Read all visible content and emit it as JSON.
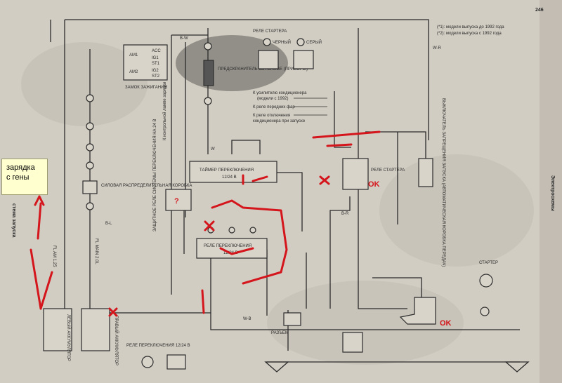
{
  "page": {
    "number": "246",
    "section": "Электросхемы",
    "left_margin": "стема запуска"
  },
  "legend": [
    "(*1): модели выпуска до 1992 года",
    "(*2): модели выпуска с 1992 года"
  ],
  "note": {
    "line1": "зарядка",
    "line2": "с гены"
  },
  "annotations": {
    "ok_relay": "OK",
    "ok_starter": "OK",
    "question": "?"
  },
  "labels": {
    "ignition_switch": "ЗАМОК ЗАЖИГАНИЯ",
    "fuse_gauge": "ПРЕДОХРАНИТЕЛЬ 15A GAUGE (ПРИБОРЫ)",
    "starter_relay_top": "РЕЛЕ СТАРТЕРА",
    "black": "ЧЕРНЫЙ",
    "grey": "СЕРЫЙ",
    "ac_amp": "К усилителю кондиционера",
    "ac_amp_sub": "(модели с 1992)",
    "headlamp": "К реле передних фар",
    "ac_cut": "К реле отключения",
    "ac_cut_sub": "кондиционера при запуске",
    "junction_box": "СИЛОВАЯ РАСПРЕДЕЛИТЕЛЬНАЯ КОРОБКА",
    "timer": "ТАЙМЕР ПЕРЕКЛЮЧЕНИЯ",
    "timer_v": "12/24 В",
    "relay": "РЕЛЕ ПЕРЕКЛЮЧЕНИЯ",
    "relay_v": "12/24 В",
    "starter_relay": "РЕЛЕ СТАРТЕРА",
    "starter": "СТАРТЕР",
    "connector": "РАЗЪЕМ",
    "battery_left": "ЛЕВЫЙ АККУМУЛЯТОР",
    "battery_right": "ПРАВЫЙ АККУМУЛЯТОР",
    "relay_bottom": "РЕЛЕ ПЕРЕКЛЮЧЕНИЯ 12/24 В",
    "charge_lamp": "К контрольной лампе зарядки",
    "protect_relay": "ЗАЩИТНОЕ РЕЛЕ СИСТЕМЫ ПЕРЕКЛЮЧЕНИЯ НА 24 В",
    "neutral_switch": "ВЫКЛЮЧАТЕЛЬ ЗАПРЕЩЕНИЯ ЗАПУСКА (АВТОМАТИЧЕСКАЯ КОРОБКА ПЕРЕДАЧ)",
    "acc": "ACC",
    "ig1": "IG1",
    "st1": "ST1",
    "ig2": "IG2",
    "st2": "ST2",
    "am1": "AM1",
    "am2": "AM2",
    "fl_main": "FL MAIN 2.0L",
    "fl_am": "FL AM 1.25",
    "w_wire": "W",
    "bw_wire": "B-W",
    "br_wire": "B-R",
    "wb_wire": "W-B",
    "bl_wire": "B-L",
    "wr_wire": "W-R"
  }
}
